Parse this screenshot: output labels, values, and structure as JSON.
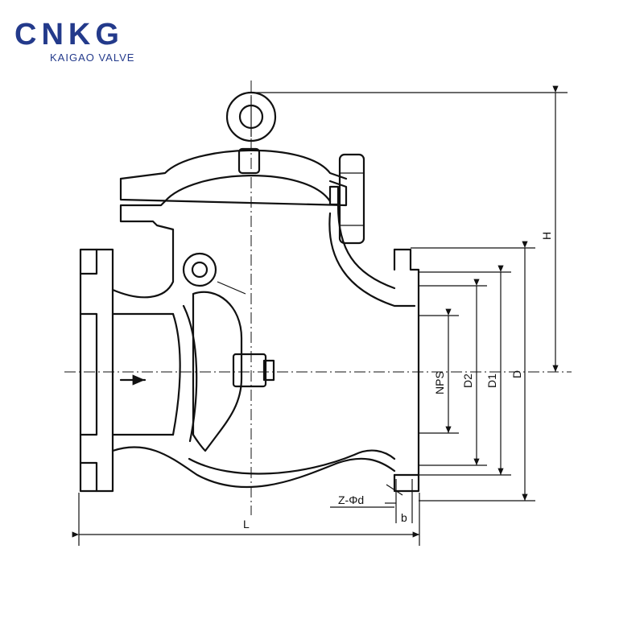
{
  "brand": {
    "logo_text": "CNKG",
    "name": "KAIGAO VALVE",
    "color": "#233a8b"
  },
  "diagram": {
    "labels": {
      "h": "H",
      "nps": "NPS",
      "d2": "D2",
      "d1": "D1",
      "d": "D",
      "z_phi_d": "Z-Φd",
      "b": "b",
      "l": "L"
    }
  }
}
